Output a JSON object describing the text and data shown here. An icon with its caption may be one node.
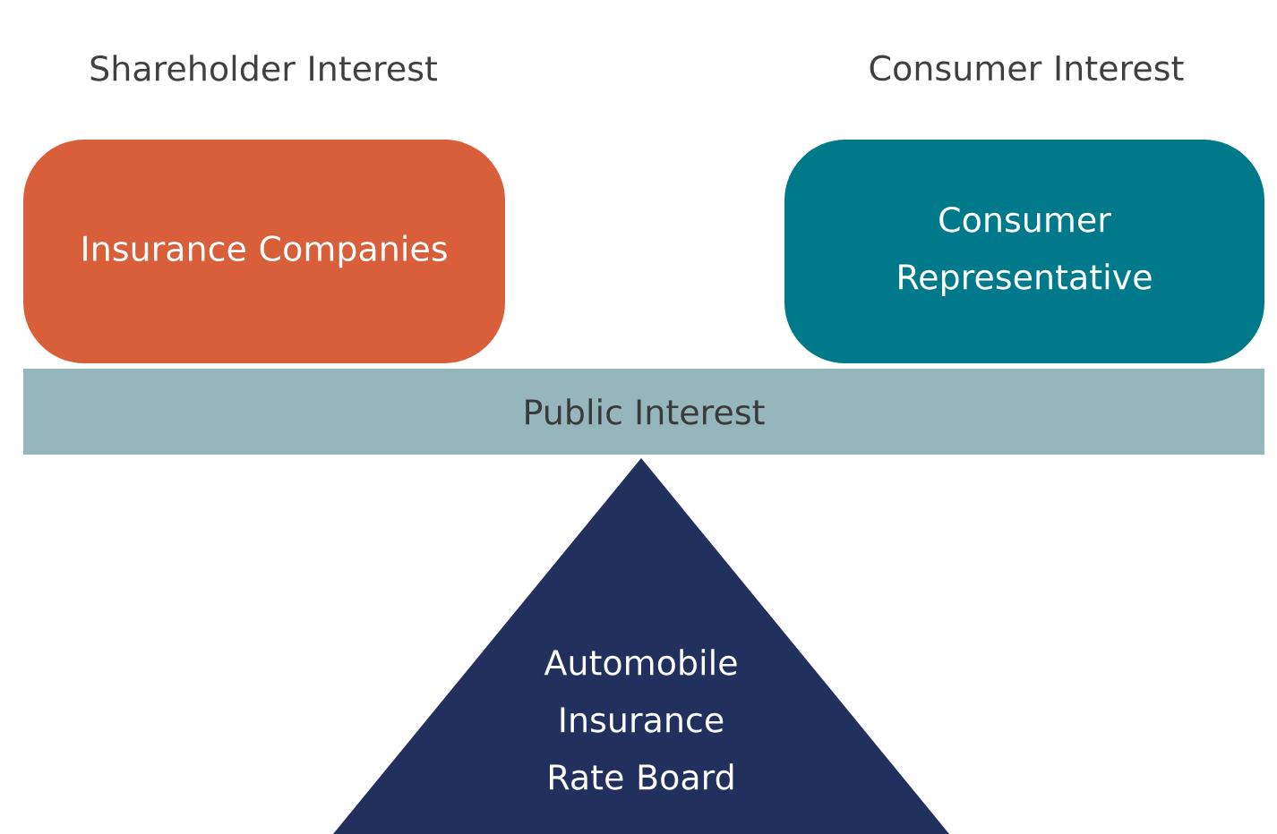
{
  "diagram": {
    "nodes": [
      {
        "text": [
          "Shareholder Interest",
          "Insurance Companies"
        ]
      },
      {
        "text": [
          "Consumer Interest",
          "Consumer Representative"
        ]
      },
      {
        "text": [
          "Public Interest"
        ]
      },
      {
        "text": [
          "Automobile Insurance Rate Board"
        ]
      }
    ]
  }
}
